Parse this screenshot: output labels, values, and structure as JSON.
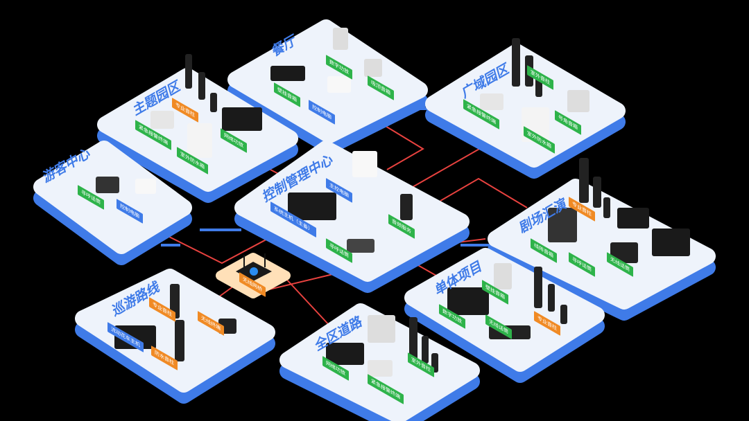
{
  "colors": {
    "platform": "#eef3fb",
    "underside": "#3f7be8",
    "link": "#e8423f",
    "green": "#2eb34a",
    "blue": "#3f7be8",
    "orange": "#f08a24"
  },
  "zones": [
    {
      "id": "canting",
      "title": "餐厅",
      "tags": [
        {
          "t": "壁挂音箱",
          "c": "g"
        },
        {
          "t": "数字功放",
          "c": "g"
        },
        {
          "t": "吸顶音箱",
          "c": "g"
        },
        {
          "t": "控制电脑",
          "c": "b"
        }
      ]
    },
    {
      "id": "zhuti",
      "title": "主题园区",
      "tags": [
        {
          "t": "专业音柱",
          "c": "o"
        },
        {
          "t": "紧急报警终端",
          "c": "g"
        },
        {
          "t": "网络功放",
          "c": "g"
        },
        {
          "t": "室外防水箱",
          "c": "g"
        }
      ]
    },
    {
      "id": "guangyu",
      "title": "广域园区",
      "tags": [
        {
          "t": "室外音柱",
          "c": "g"
        },
        {
          "t": "紧急报警终端",
          "c": "g"
        },
        {
          "t": "号角音箱",
          "c": "g"
        },
        {
          "t": "室外防水箱",
          "c": "g"
        }
      ]
    },
    {
      "id": "youke",
      "title": "游客中心",
      "tags": [
        {
          "t": "寻呼话筒",
          "c": "g"
        },
        {
          "t": "控制电脑",
          "c": "b"
        }
      ]
    },
    {
      "id": "kongzhi",
      "title": "控制管理中心",
      "tags": [
        {
          "t": "主控电脑",
          "c": "b"
        },
        {
          "t": "系统主机（主备）",
          "c": "b"
        },
        {
          "t": "音频服务",
          "c": "g"
        },
        {
          "t": "寻呼话筒",
          "c": "g"
        }
      ]
    },
    {
      "id": "juchang",
      "title": "剧场汇演",
      "tags": [
        {
          "t": "专业音柱",
          "c": "o"
        },
        {
          "t": "线阵音箱",
          "c": "g"
        },
        {
          "t": "寻呼话筒",
          "c": "g"
        },
        {
          "t": "无线话筒",
          "c": "g"
        }
      ]
    },
    {
      "id": "danti",
      "title": "单体项目",
      "tags": [
        {
          "t": "壁挂音箱",
          "c": "g"
        },
        {
          "t": "数字功放",
          "c": "g"
        },
        {
          "t": "专业音柱",
          "c": "o"
        },
        {
          "t": "无线话筒",
          "c": "g"
        }
      ]
    },
    {
      "id": "xunyou",
      "title": "巡游路线",
      "tags": [
        {
          "t": "专业音柱",
          "c": "o"
        },
        {
          "t": "流动花车主机",
          "c": "b"
        },
        {
          "t": "无线终端",
          "c": "o"
        },
        {
          "t": "防水音柱",
          "c": "o"
        }
      ]
    },
    {
      "id": "quanqu",
      "title": "全区道路",
      "tags": [
        {
          "t": "网络功放",
          "c": "g"
        },
        {
          "t": "室外音柱",
          "c": "g"
        },
        {
          "t": "紧急报警终端",
          "c": "g"
        }
      ]
    }
  ],
  "router": {
    "label": "无线网桥"
  }
}
